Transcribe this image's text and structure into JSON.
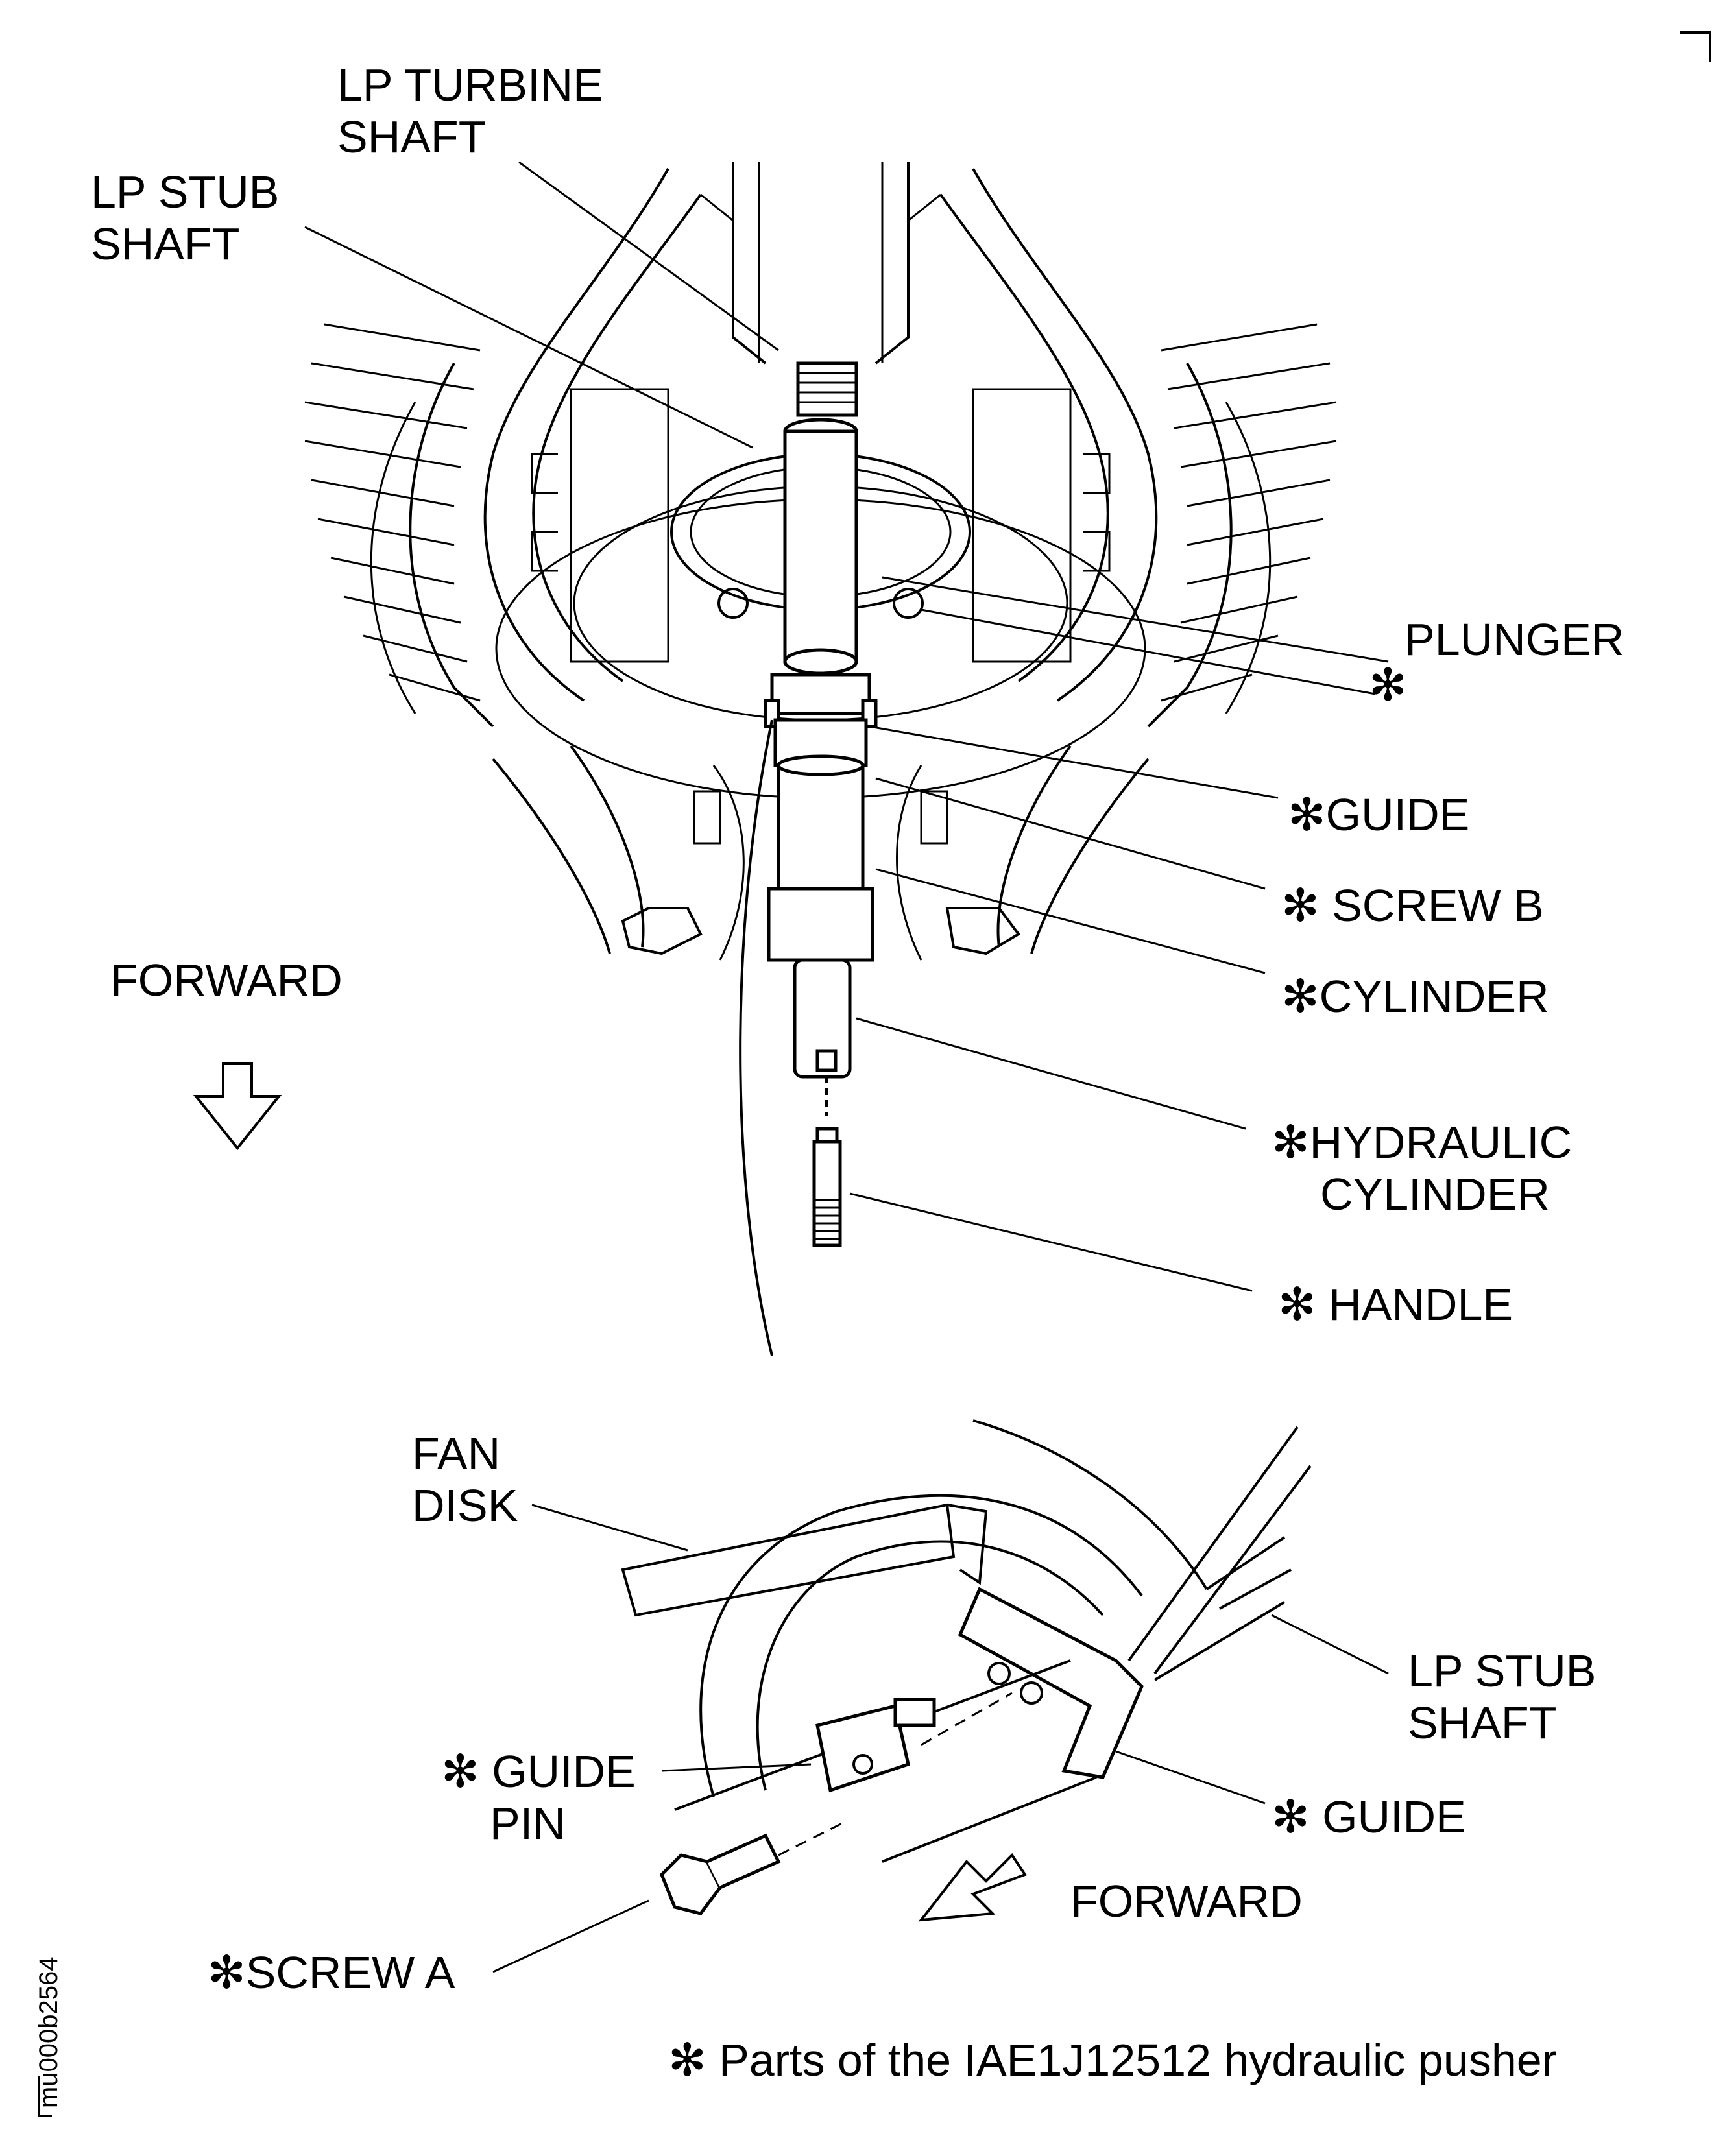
{
  "labels": {
    "lp_turbine_shaft": [
      "LP TURBINE",
      "SHAFT"
    ],
    "lp_stub_shaft_top": [
      "LP STUB",
      "SHAFT"
    ],
    "plunger": "PLUNGER",
    "plunger_star": "✻",
    "guide_top": "✻GUIDE",
    "screw_b": "✻ SCREW B",
    "cylinder": "✻CYLINDER",
    "hydraulic_cylinder": [
      "✻HYDRAULIC",
      "CYLINDER"
    ],
    "handle": "✻ HANDLE",
    "forward_top": "FORWARD",
    "fan_disk": [
      "FAN",
      "DISK"
    ],
    "lp_stub_shaft_bottom": [
      "LP STUB",
      "SHAFT"
    ],
    "guide_pin": [
      "✻ GUIDE",
      "PIN"
    ],
    "guide_bottom": "✻ GUIDE",
    "forward_bottom": "FORWARD",
    "screw_a": "✻SCREW A",
    "footnote": "✻ Parts of the IAE1J12512 hydraulic pusher",
    "figure_id": "mu000b2564"
  }
}
